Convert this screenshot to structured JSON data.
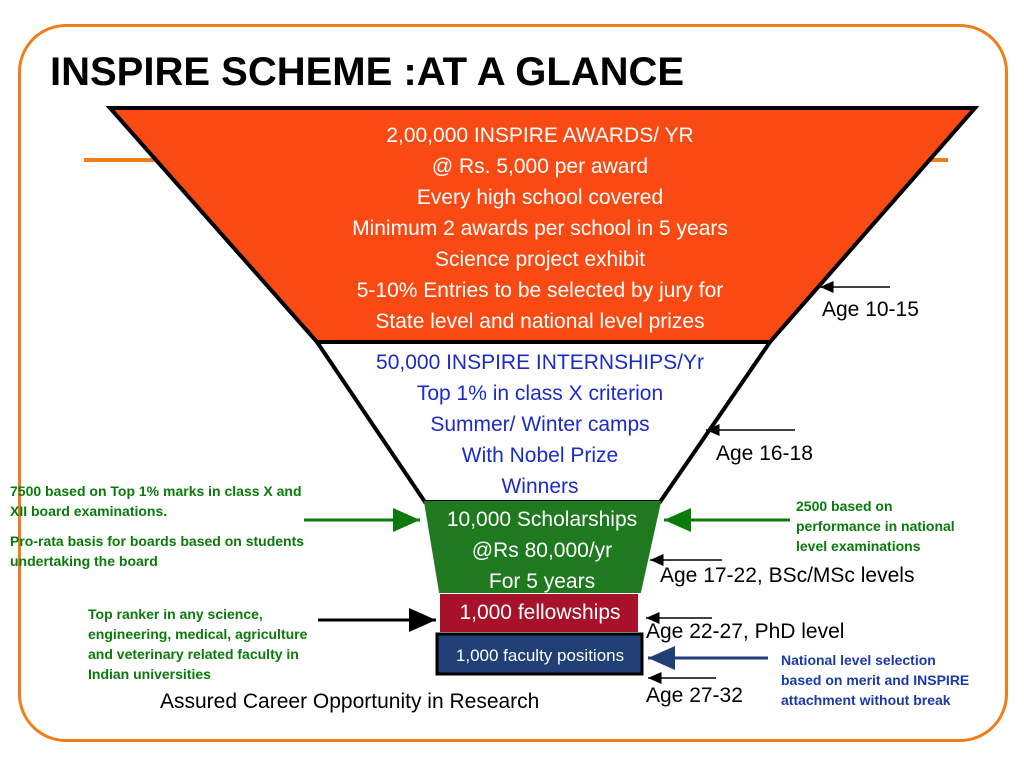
{
  "title": "INSPIRE SCHEME :AT A GLANCE",
  "colors": {
    "frame": "#f07d1a",
    "awards_fill": "#fa4a14",
    "internships_text": "#1a2bc8",
    "scholarships_fill": "#1f7a1f",
    "fellowships_fill": "#a8112a",
    "faculty_fill": "#1f3f76",
    "green_note": "#0a7a0a",
    "blue_note": "#1a3aaa"
  },
  "funnel": {
    "awards": [
      "2,00,000 INSPIRE AWARDS/ YR",
      "@ Rs. 5,000 per award",
      "Every high school covered",
      "Minimum 2 awards per school in 5 years",
      "Science project exhibit",
      "5-10% Entries to be selected by jury for",
      "State level and national level prizes"
    ],
    "internships": [
      "50,000 INSPIRE INTERNSHIPS/Yr",
      "Top 1% in class X criterion",
      "Summer/ Winter camps",
      "With Nobel Prize",
      "Winners"
    ],
    "scholarships": [
      "10,000 Scholarships",
      "@Rs 80,000/yr",
      "For 5 years"
    ],
    "fellowships": "1,000 fellowships",
    "faculty": "1,000 faculty positions"
  },
  "ages": {
    "a1": "Age 10-15",
    "a2": "Age 16-18",
    "a3": "Age 17-22, BSc/MSc levels",
    "a4": "Age 22-27, PhD level",
    "a5": "Age 27-32"
  },
  "notes": {
    "left_top": [
      "7500 based on Top 1% marks in class X and",
      "XII board examinations."
    ],
    "left_mid": [
      "Pro-rata basis for boards based on students",
      "undertaking the board"
    ],
    "left_bottom": [
      "Top ranker in any science,",
      "engineering, medical, agriculture",
      "and veterinary related faculty in",
      "Indian universities"
    ],
    "right_green": [
      "2500 based on",
      "performance in  national",
      "level examinations"
    ],
    "right_blue": [
      "National level selection",
      "based on merit and INSPIRE",
      "attachment without break"
    ]
  },
  "caption": "Assured Career Opportunity in Research"
}
